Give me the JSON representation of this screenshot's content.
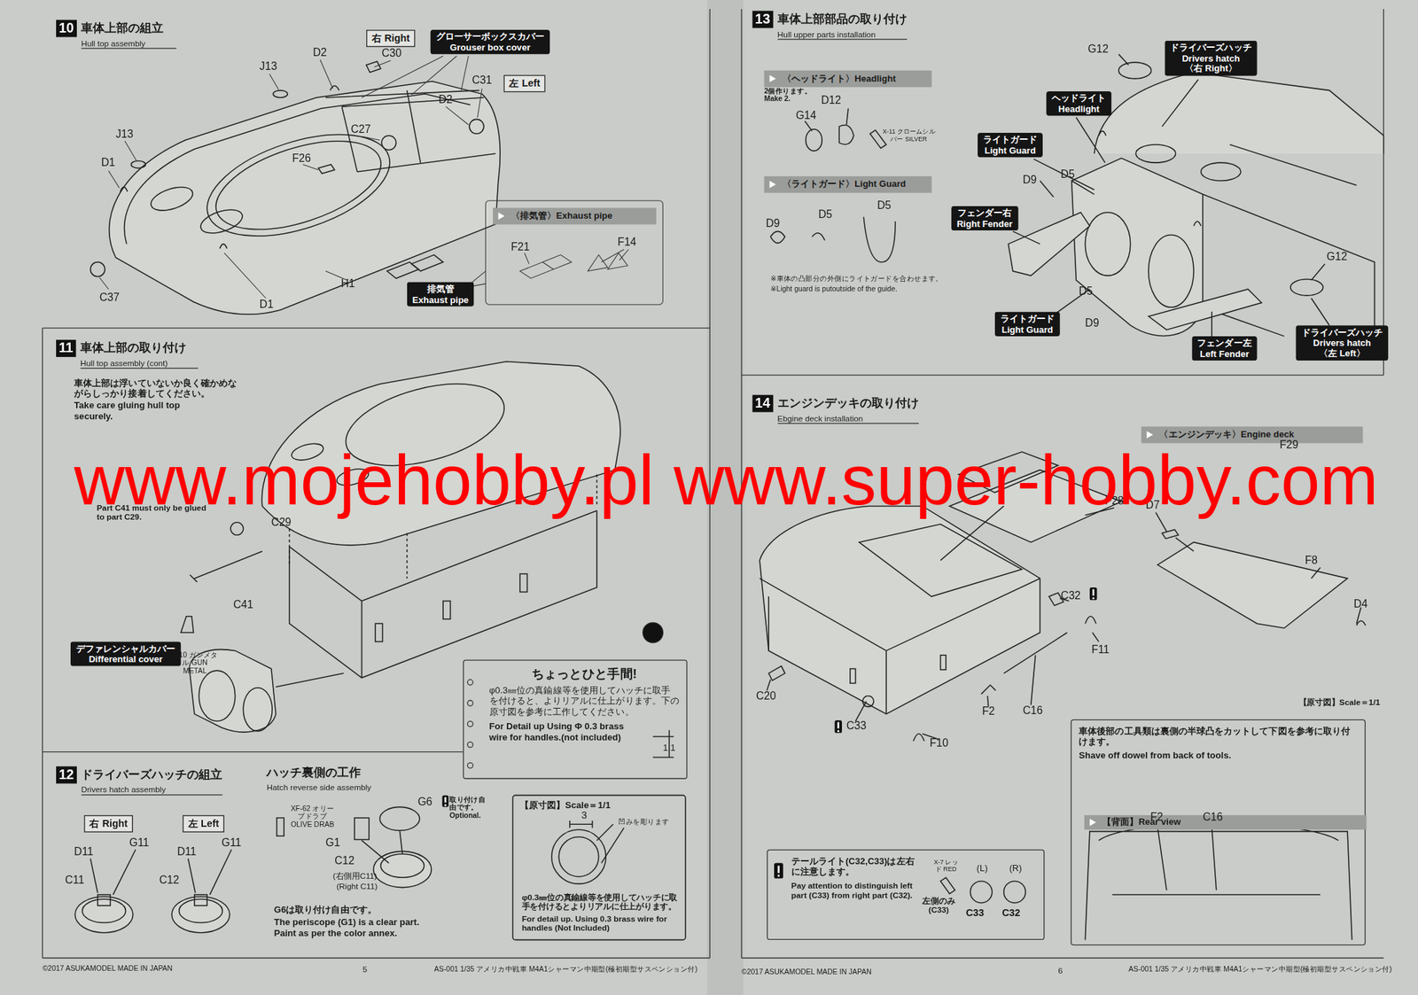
{
  "diagram": {
    "nodes": [
      {
        "text": [
          "10",
          "車体上部の組立",
          "Hull top assembly"
        ]
      },
      {
        "text": [
          "右 Right"
        ]
      },
      {
        "text": [
          "グローサーボックスカバー",
          "Grouser box cover"
        ]
      },
      {
        "text": [
          "左 Left"
        ]
      },
      {
        "text": [
          "排気管",
          "Exhaust pipe"
        ]
      },
      {
        "text": [
          "〈排気管〉Exhaust pipe"
        ]
      },
      {
        "text": [
          "11",
          "車体上部の取り付け",
          "Hull top assembly (cont)"
        ]
      },
      {
        "text": [
          "デファレンシャルカバー",
          "Differential cover"
        ]
      },
      {
        "text": [
          "ちょっとひと手間!",
          "φ0.3㎜位の真鍮線等を使用してハッチに取手を付けると、よりリアルに仕上がります。下の原寸図を参考に工作してください。",
          "For Detail up Using Φ 0.3 brass wire for handles.(not included)"
        ]
      },
      {
        "text": [
          "12",
          "ドライバーズハッチの組立",
          "Drivers hatch assembly"
        ]
      },
      {
        "text": [
          "右 Right"
        ]
      },
      {
        "text": [
          "左 Left"
        ]
      },
      {
        "text": [
          "13",
          "車体上部部品の取り付け",
          "Hull upper parts installation"
        ]
      },
      {
        "text": [
          "〈ヘッドライト〉Headlight"
        ]
      },
      {
        "text": [
          "〈ライトガード〉Light Guard"
        ]
      },
      {
        "text": [
          "ドライバーズハッチ",
          "Drivers hatch",
          "〈右 Right〉"
        ]
      },
      {
        "text": [
          "ヘッドライト",
          "Headlight"
        ]
      },
      {
        "text": [
          "ライトガード",
          "Light Guard"
        ]
      },
      {
        "text": [
          "フェンダー右",
          "Right Fender"
        ]
      },
      {
        "text": [
          "ライトガード",
          "Light Guard"
        ]
      },
      {
        "text": [
          "フェンダー左",
          "Left Fender"
        ]
      },
      {
        "text": [
          "ドライバーズハッチ",
          "Drivers hatch",
          "〈左 Left〉"
        ]
      },
      {
        "text": [
          "14",
          "エンジンデッキの取り付け",
          "Ebgine deck installation"
        ]
      },
      {
        "text": [
          "〈エンジンデッキ〉Engine deck"
        ]
      },
      {
        "text": [
          "テールライト(C32,C33)は左右に注意します。",
          "Pay attention to distinguish left part (C33) from right part (C32)."
        ]
      },
      {
        "text": [
          "車体後部の工具類は裏側の半球凸をカットして下図を参考に取り付けます。",
          "Shave off dowel from back of tools."
        ]
      },
      {
        "text": [
          "【背面】Rear view"
        ],
        "in": 25
      }
    ],
    "labels": [
      "D2",
      "C30",
      "J13",
      "C31",
      "D2",
      "C27",
      "J13",
      "F26",
      "D1",
      "C37",
      "H1",
      "D1",
      "F21",
      "F14",
      "車体上部は浮いていないか良く確かめながらしっかり接着してください。",
      "Take care gluing hull top securely.",
      "C29",
      "Part C41 must only be glued to part C29.",
      "C41",
      "X-10 ガンメタル GUN METAL",
      "1.1",
      "D11",
      "G11",
      "C11",
      "D11",
      "G11",
      "C12",
      "ハッチ裏側の工作",
      "Hatch reverse side assembly",
      "XF-62 オリーブドラブ OLIVE DRAB",
      "G1",
      "G6",
      "取り付け自由です。 Optional.",
      "C12",
      "(右側用C11)",
      "(Right C11)",
      "G6は取り付け自由です。",
      "The periscope (G1) is a clear part.",
      "Paint as per the color annex.",
      "【原寸図】Scale＝1/1",
      "3",
      "凹みを彫ります",
      "φ0.3㎜位の真鍮線等を使用してハッチに取手を付けるとよりリアルに仕上がります。",
      "For detail up. Using 0.3 brass wire for handles (Not Included)",
      "©2017 ASUKAMODEL MADE IN JAPAN",
      "5",
      "AS-001 1/35 アメリカ中戦車 M4A1シャーマン中期型(極初期型サスペンション付)",
      "2個作ります。 Make 2.",
      "D12",
      "G14",
      "X-11 クロームシルバー SILVER",
      "D9",
      "D5",
      "D5",
      "※車体の凸部分の外側にライトガードを合わせます。",
      "※Light guard is putoutside of the guide.",
      "G12",
      "D9",
      "D5",
      "D5",
      "D9",
      "G12",
      "F29",
      "F28",
      "D7",
      "F8",
      "D4",
      "C32",
      "F11",
      "C20",
      "C33",
      "F10",
      "F2",
      "C16",
      "【原寸図】Scale＝1/1",
      "F2",
      "C16",
      "X-7 レッド RED",
      "(L)",
      "(R)",
      "左側のみ (C33)",
      "C33",
      "C32",
      "©2017 ASUKAMODEL MADE IN JAPAN",
      "6",
      "AS-001 1/35 アメリカ中戦車 M4A1シャーマン中期型(極初期型サスペンション付)",
      "www.mojehobby.pl www.super-hobby.com"
    ]
  }
}
